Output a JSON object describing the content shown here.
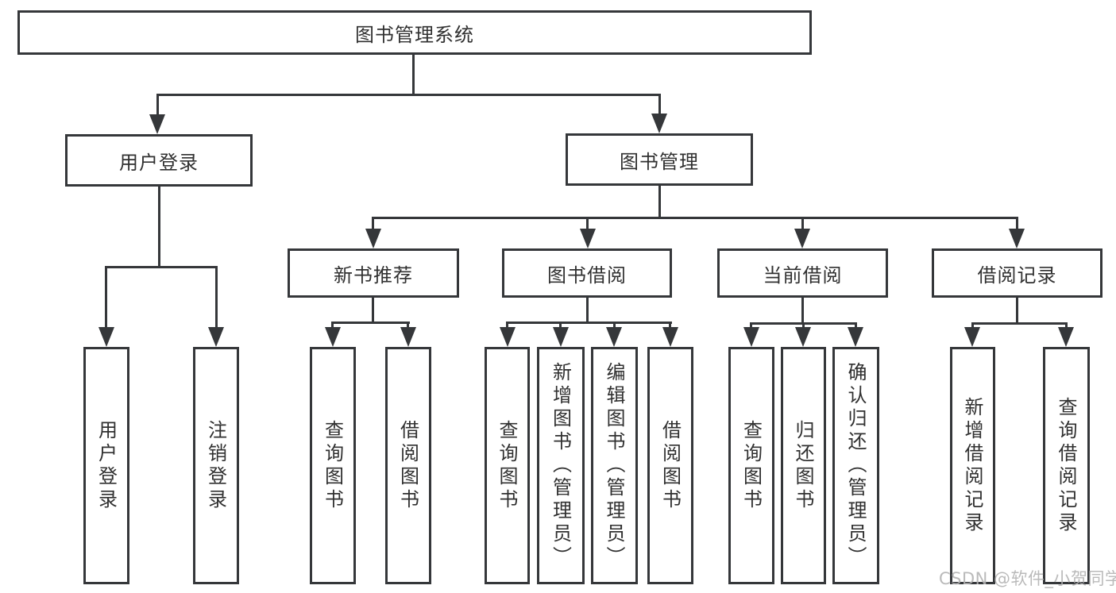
{
  "diagram": {
    "root": "图书管理系统",
    "user_login": {
      "label": "用户登录",
      "children": [
        "用户登录",
        "注销登录"
      ]
    },
    "book_management": {
      "label": "图书管理",
      "sections": [
        {
          "label": "新书推荐",
          "children": [
            "查询图书",
            "借阅图书"
          ]
        },
        {
          "label": "图书借阅",
          "children": [
            "查询图书",
            "新增图书（管理员）",
            "编辑图书（管理员）",
            "借阅图书"
          ]
        },
        {
          "label": "当前借阅",
          "children": [
            "查询图书",
            "归还图书",
            "确认归还（管理员）"
          ]
        },
        {
          "label": "借阅记录",
          "children": [
            "新增借阅记录",
            "查询借阅记录"
          ]
        }
      ]
    },
    "watermark": "CSDN @软件_小贺同学"
  },
  "colors": {
    "line": "#35373a",
    "text": "#303030",
    "watermark": "#b3b3b3",
    "background": "#ffffff"
  }
}
